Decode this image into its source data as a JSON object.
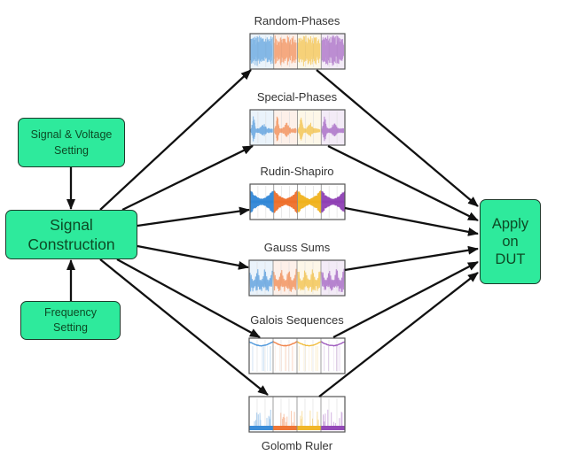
{
  "diagram": {
    "nodes": {
      "signal_voltage": {
        "line1": "Signal & Voltage",
        "line2": "Setting"
      },
      "signal_construction": {
        "line1": "Signal",
        "line2": "Construction"
      },
      "frequency": {
        "line1": "Frequency",
        "line2": "Setting"
      },
      "apply_dut": {
        "line1": "Apply",
        "line2": "on",
        "line3": "DUT"
      }
    },
    "panels": [
      {
        "id": "random-phases",
        "label": "Random-Phases",
        "waveform": "random"
      },
      {
        "id": "special-phases",
        "label": "Special-Phases",
        "waveform": "special"
      },
      {
        "id": "rudin-shapiro",
        "label": "Rudin-Shapiro",
        "waveform": "rudin"
      },
      {
        "id": "gauss-sums",
        "label": "Gauss Sums",
        "waveform": "gauss"
      },
      {
        "id": "galois-sequences",
        "label": "Galois Sequences",
        "waveform": "galois"
      },
      {
        "id": "golomb-ruler",
        "label": "Golomb Ruler",
        "waveform": "golomb"
      }
    ],
    "segment_colors": [
      "#2f86d6",
      "#ee6f2a",
      "#f0b21c",
      "#8e3fb4"
    ],
    "colors": {
      "node_fill": "#2eea9c",
      "node_border": "#1e3a2b",
      "node_text": "#0d4a25",
      "arrow": "#111111",
      "panel_border": "#555555",
      "label_text": "#333333"
    },
    "edges": [
      {
        "from": "signal-voltage-setting",
        "to": "signal-construction"
      },
      {
        "from": "frequency-setting",
        "to": "signal-construction"
      },
      {
        "from": "signal-construction",
        "to": "random-phases"
      },
      {
        "from": "signal-construction",
        "to": "special-phases"
      },
      {
        "from": "signal-construction",
        "to": "rudin-shapiro"
      },
      {
        "from": "signal-construction",
        "to": "gauss-sums"
      },
      {
        "from": "signal-construction",
        "to": "galois-sequences"
      },
      {
        "from": "signal-construction",
        "to": "golomb-ruler"
      },
      {
        "from": "random-phases",
        "to": "apply-on-dut"
      },
      {
        "from": "special-phases",
        "to": "apply-on-dut"
      },
      {
        "from": "rudin-shapiro",
        "to": "apply-on-dut"
      },
      {
        "from": "gauss-sums",
        "to": "apply-on-dut"
      },
      {
        "from": "galois-sequences",
        "to": "apply-on-dut"
      },
      {
        "from": "golomb-ruler",
        "to": "apply-on-dut"
      }
    ]
  }
}
